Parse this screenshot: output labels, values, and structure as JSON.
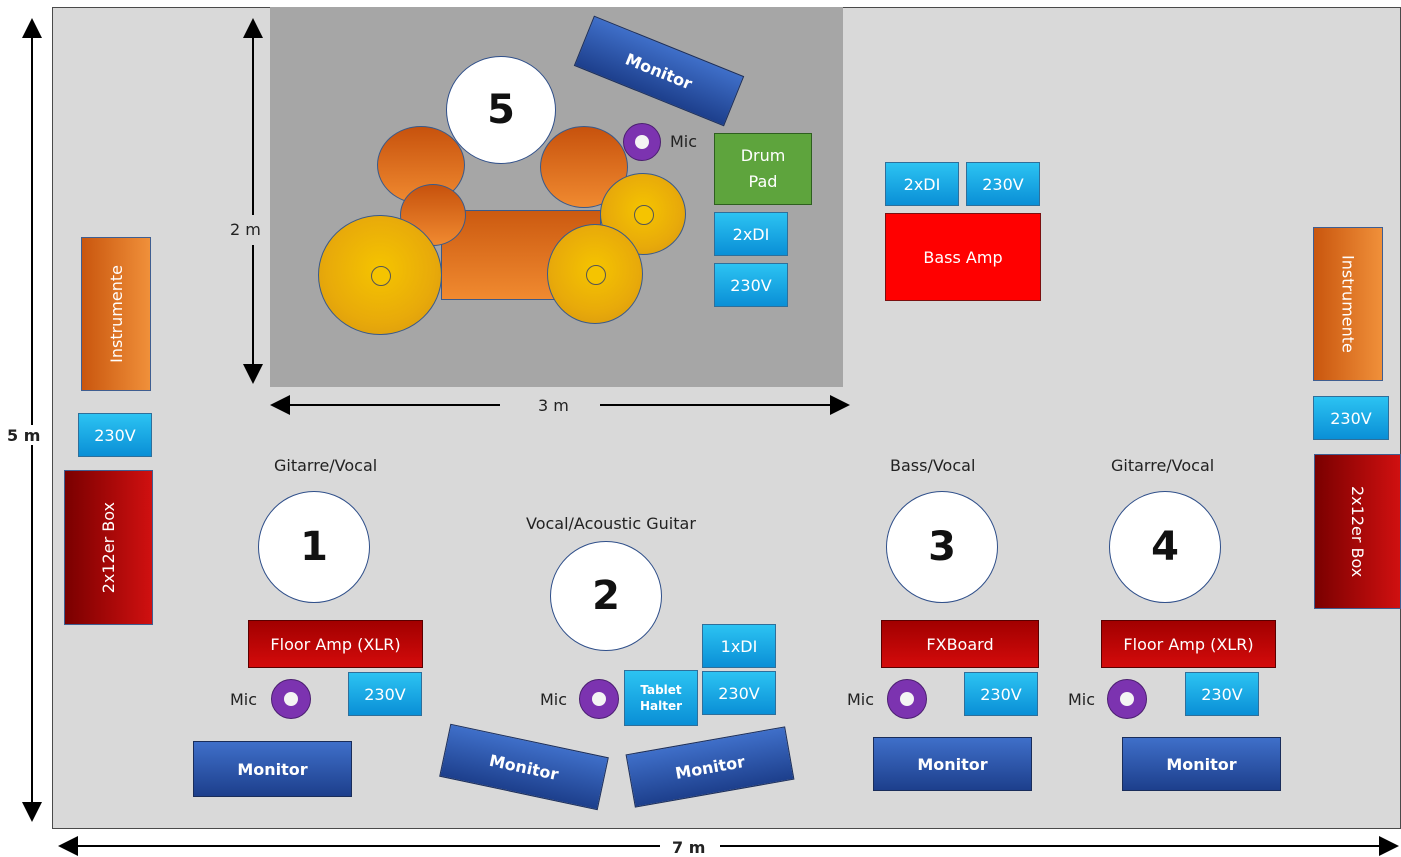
{
  "dimensions": {
    "width_label": "7 m",
    "height_label": "5 m",
    "drum_width_label": "3 m",
    "drum_height_label": "2 m"
  },
  "drums": {
    "number": "5",
    "mic_label": "Mic",
    "monitor_label": "Monitor",
    "pad_label_line1": "Drum",
    "pad_label_line2": "Pad",
    "di_label": "2xDI",
    "power_label": "230V"
  },
  "left_side": {
    "instruments_label": "Instrumente",
    "power_label": "230V",
    "box_label": "2x12er Box"
  },
  "right_side": {
    "instruments_label": "Instrumente",
    "power_label": "230V",
    "box_label": "2x12er Box"
  },
  "bass_backline": {
    "di_label": "2xDI",
    "power_label": "230V",
    "amp_label": "Bass Amp"
  },
  "positions": [
    {
      "number": "1",
      "role": "Gitarre/Vocal",
      "amp_label": "Floor Amp (XLR)",
      "mic_label": "Mic",
      "power_label": "230V",
      "monitor_label": "Monitor"
    },
    {
      "number": "2",
      "role": "Vocal/Acoustic Guitar",
      "di_label": "1xDI",
      "mic_label": "Mic",
      "tablet_line1": "Tablet",
      "tablet_line2": "Halter",
      "power_label": "230V",
      "monitor_label_left": "Monitor",
      "monitor_label_right": "Monitor"
    },
    {
      "number": "3",
      "role": "Bass/Vocal",
      "amp_label": "FXBoard",
      "mic_label": "Mic",
      "power_label": "230V",
      "monitor_label": "Monitor"
    },
    {
      "number": "4",
      "role": "Gitarre/Vocal",
      "amp_label": "Floor Amp (XLR)",
      "mic_label": "Mic",
      "power_label": "230V",
      "monitor_label": "Monitor"
    }
  ],
  "colors": {
    "stage": "#d9d9d9",
    "drum_area": "#a6a6a6",
    "power": "#0a8fd6",
    "amp": "#c00000",
    "monitor": "#2f55a8",
    "mic": "#7c33b0",
    "pad": "#5ea43d"
  }
}
